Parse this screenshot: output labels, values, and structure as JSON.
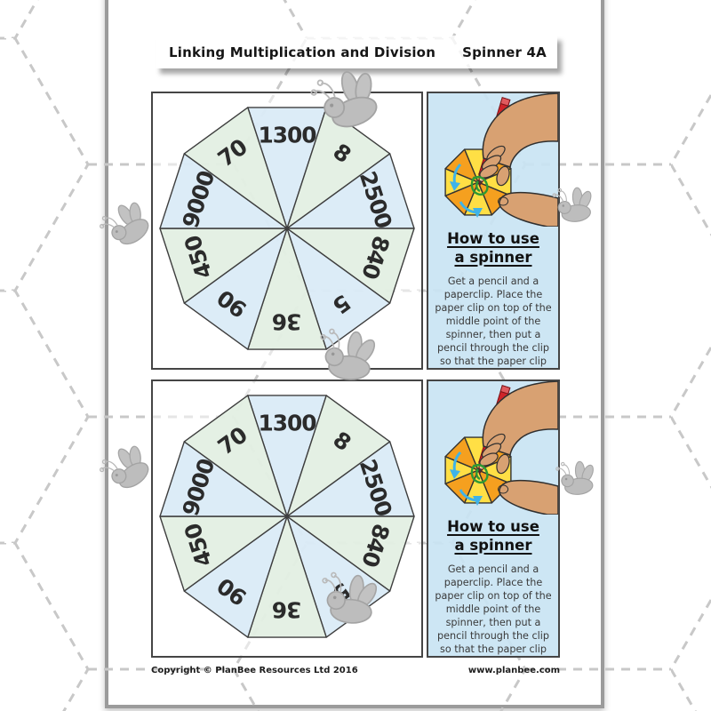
{
  "header": {
    "title": "Linking Multiplication and Division",
    "page_label": "Spinner 4A"
  },
  "spinner": {
    "values": [
      "1300",
      "8",
      "2500",
      "840",
      "5",
      "36",
      "90",
      "450",
      "9000",
      "70"
    ],
    "color_a": "#d9eaf6",
    "color_b": "#e2efe2",
    "outline": "#3e3e3e",
    "label_color": "#2b2b2b"
  },
  "how_to": {
    "heading": [
      "How to use",
      "a spinner"
    ],
    "body": "Get a pencil and a paperclip. Place the paper clip on top of the middle point of the spinner, then put a pencil through the clip so that the paper clip can spin around the pencil.",
    "panel_color": "#c9e4f3",
    "illustration_colors": {
      "octagon_orange": "#f5a01f",
      "octagon_yellow": "#ffdf45",
      "pencil_red": "#cf2429",
      "paperclip_green": "#2d9a32",
      "arrow_blue": "#3fb3e8",
      "skin": "#d8a172"
    }
  },
  "footer": {
    "copyright": "Copyright © PlanBee Resources Ltd 2016",
    "website": "www.planbee.com"
  }
}
